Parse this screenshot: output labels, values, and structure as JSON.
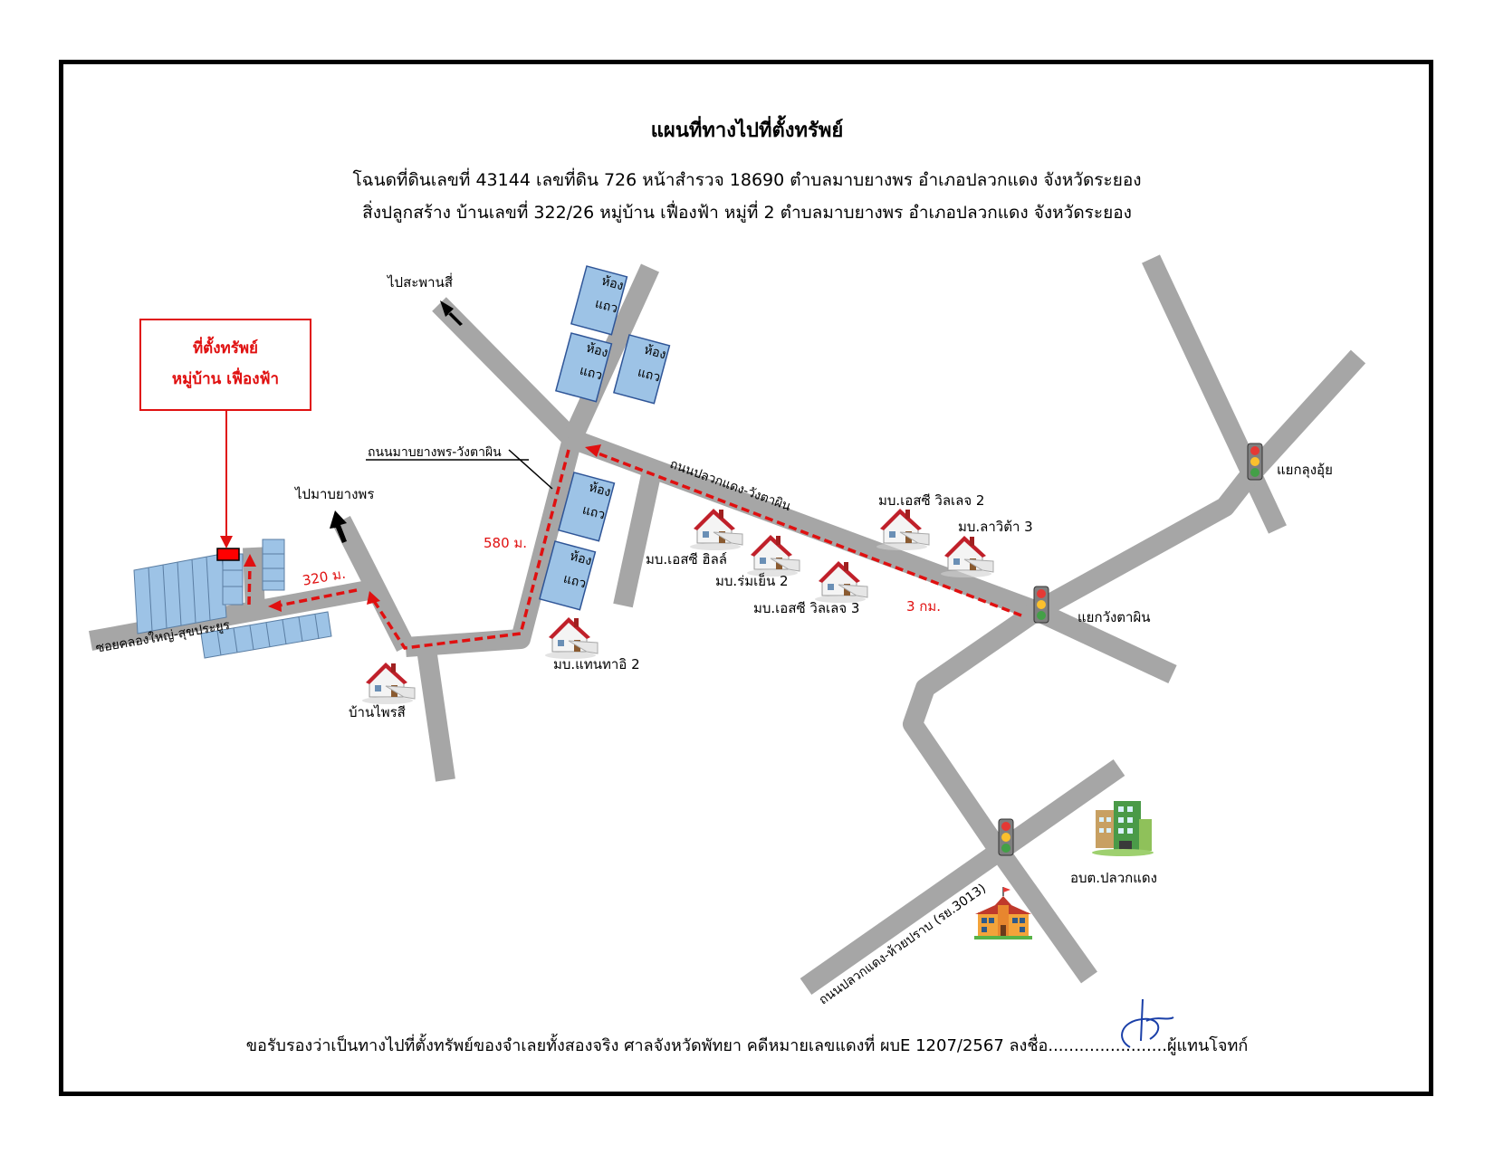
{
  "title": "แผนที่ทางไปที่ตั้งทรัพย์",
  "header_line1": "โฉนดที่ดินเลขที่ 43144 เลขที่ดิน 726  หน้าสำรวจ 18690  ตำบลมาบยางพร  อำเภอปลวกแดง  จังหวัดระยอง",
  "header_line2": "สิ่งปลูกสร้าง  บ้านเลขที่ 322/26  หมู่บ้าน เฟื่องฟ้า  หมู่ที่ 2  ตำบลมาบยางพร  อำเภอปลวกแดง  จังหวัดระยอง",
  "property_callout": {
    "line1": "ที่ตั้งทรัพย์",
    "line2": "หมู่บ้าน เฟื่องฟ้า"
  },
  "roads": {
    "soi_khlong_yai": "ซอยคลองใหญ่-สุขประยูร",
    "map_yang_phon_wang_ta_phin": "ถนนมาบยางพร-วังตาผิน",
    "pluak_daeng_wang_ta_phin": "ถนนปลวกแดง-วังตาผิน",
    "pluak_daeng_huai_prap": "ถนนปลวกแดง-ห้วยปราบ (รย.3013)"
  },
  "directions": {
    "to_saphan_si": "ไปสะพานสี่",
    "to_map_yang_phon": "ไปมาบยางพร"
  },
  "distances": {
    "d320": "320 ม.",
    "d580": "580 ม.",
    "d3km": "3 กม."
  },
  "intersections": {
    "lung_ui": "แยกลุงอุ้ย",
    "wang_ta_phin": "แยกวังตาผิน"
  },
  "landmarks": {
    "ban_phrai_si": "บ้านไพรสี",
    "thanthai_2": "มบ.แทนทาอิ 2",
    "esc_hill": "มบ.เอสซี ฮิลล์",
    "rom_yen_2": "มบ.ร่มเย็น 2",
    "esc_village_3": "มบ.เอสซี วิลเลจ 3",
    "esc_village_2": "มบ.เอสซี วิลเลจ 2",
    "lavita_3": "มบ.ลาวิต้า 3",
    "obt_pluak_daeng": "อบต.ปลวกแดง"
  },
  "row_house_label_1": "ห้อง",
  "row_house_label_2": "แถว",
  "footer": "ขอรับรองว่าเป็นทางไปที่ตั้งทรัพย์ของจำเลยทั้งสองจริง ศาลจังหวัดพัทยา คดีหมายเลขแดงที่ ผบE 1207/2567 ลงชื่อ.......................ผู้แทนโจทก์",
  "colors": {
    "road": "#a6a6a6",
    "route": "#e01010",
    "row_house": "#9dc3e6",
    "callout": "#e01010",
    "traffic_light_body": "#7f7f7f"
  },
  "icons": [
    "house-icon",
    "traffic-light-icon",
    "office-building-icon",
    "school-icon",
    "direction-arrow-icon",
    "signature-icon"
  ]
}
